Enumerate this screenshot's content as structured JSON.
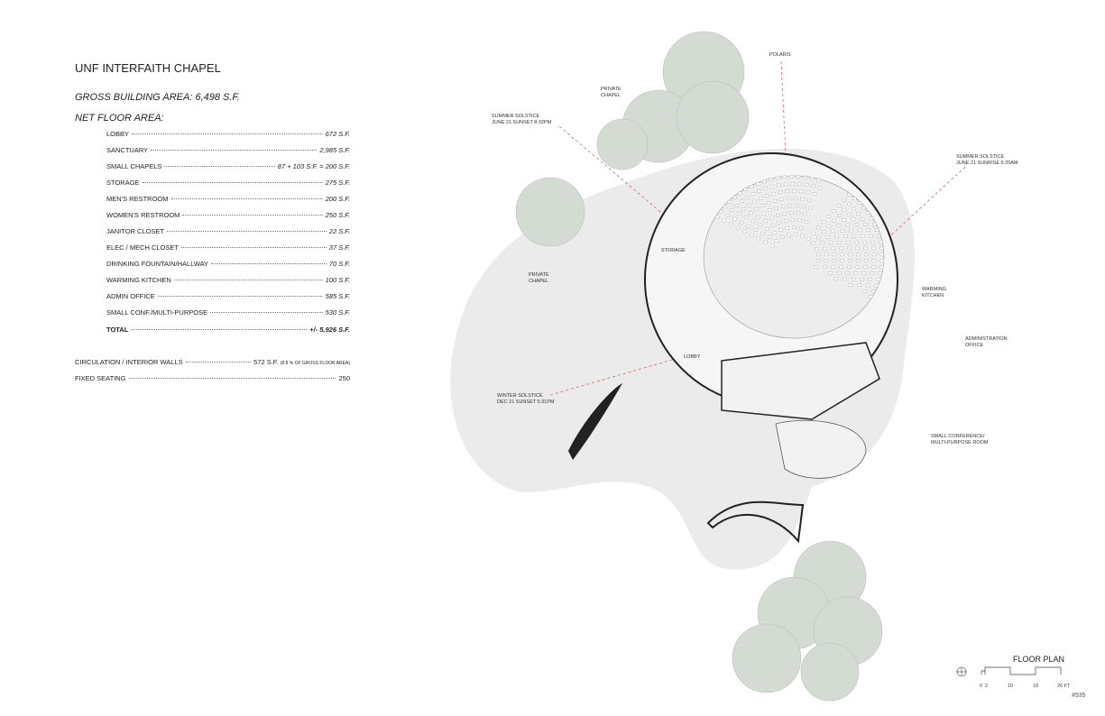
{
  "title": "UNF INTERFAITH CHAPEL",
  "gross_area": "GROSS BUILDING  AREA: 6,498 S.F.",
  "net_heading": "NET FLOOR AREA:",
  "rooms": [
    {
      "label": "LOBBY",
      "value": "672 S.F."
    },
    {
      "label": "SANCTUARY",
      "value": "2,985 S.F."
    },
    {
      "label": "SMALL CHAPELS",
      "value": "87 + 103 S.F. = 200 S.F."
    },
    {
      "label": "STORAGE",
      "value": "275 S.F."
    },
    {
      "label": "MEN'S RESTROOM",
      "value": "200 S.F."
    },
    {
      "label": "WOMEN'S RESTROOM",
      "value": "250 S.F."
    },
    {
      "label": "JANITOR CLOSET",
      "value": "22 S.F."
    },
    {
      "label": "ELEC / MECH CLOSET",
      "value": "37 S.F."
    },
    {
      "label": "DRINKING FOUNTAIN/HALLWAY",
      "value": "70 S.F."
    },
    {
      "label": "WARMING KITCHEN",
      "value": "100 S.F."
    },
    {
      "label": "ADMIN OFFICE",
      "value": "585 S.F."
    },
    {
      "label": "SMALL CONF./MULTI-PURPOSE",
      "value": "530 S.F."
    }
  ],
  "total": {
    "label": "TOTAL",
    "value": "+/- 5,926 S.F."
  },
  "circulation": {
    "label": "CIRCULATION / INTERIOR WALLS",
    "value": "572 S.F.",
    "note": "(8.8 % OF GROSS FLOOR AREA)"
  },
  "seating": {
    "label": "FIXED SEATING",
    "value": "250"
  },
  "plan_labels": {
    "polaris": "POLARIS",
    "private_chapel_1": [
      "PRIVATE",
      "CHAPEL"
    ],
    "summer_sunset": [
      "SUMMER SOLSTICE",
      "JUNE 21 SUNSET 8:32PM"
    ],
    "summer_sunrise": [
      "SUMMER SOLSTICE",
      "JUNE 21 SUNRISE 6:25AM"
    ],
    "storage": "STORAGE",
    "private_chapel_2": [
      "PRIVATE",
      "CHAPEL"
    ],
    "warming_kitchen": [
      "WARMING",
      "KITCHEN"
    ],
    "admin_office": [
      "ADMINISTRATION",
      "OFFICE"
    ],
    "lobby": "LOBBY",
    "winter_sunset": [
      "WINTER SOLSTICE",
      "DEC 21 SUNSET 5:31PM"
    ],
    "conference": [
      "SMALL CONFERENCE/",
      "MULTI-PURPOSE ROOM"
    ]
  },
  "floor_plan_title": "FLOOR PLAN",
  "scale_ticks": [
    "0",
    "2",
    "10",
    "18",
    "26 FT"
  ],
  "sheet_number": "#935",
  "colors": {
    "ground": "#ebebeb",
    "tree": "#d3dbd3",
    "solar_line": "#e06060"
  }
}
